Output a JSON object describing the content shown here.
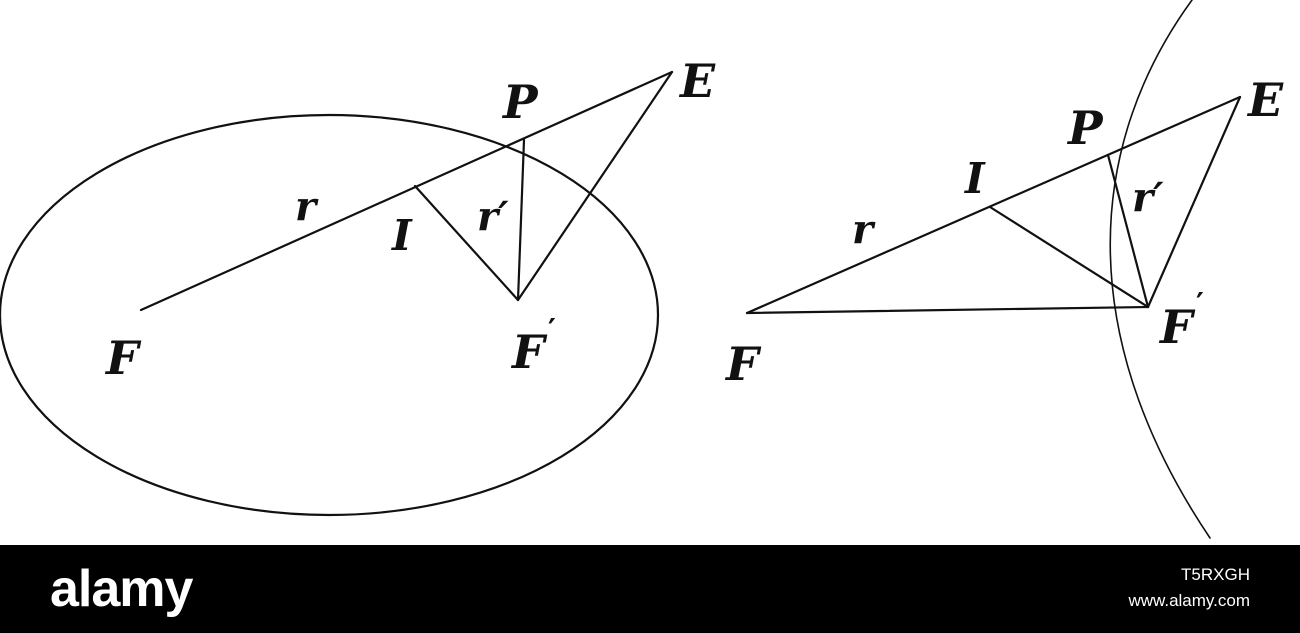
{
  "left_figure": {
    "labels": {
      "F": "F",
      "F_prime": "F",
      "prime_mark": "′",
      "P": "P",
      "E": "E",
      "I": "I",
      "r": "r",
      "r_prime": "r′"
    }
  },
  "right_figure": {
    "labels": {
      "F": "F",
      "F_prime": "F",
      "prime_mark": "′",
      "P": "P",
      "E": "E",
      "I": "I",
      "r": "r",
      "r_prime": "r′"
    }
  },
  "watermark": {
    "brand": "alamy",
    "stock_id": "T5RXGH",
    "site": "www.alamy.com"
  },
  "colors": {
    "ink": "#111111",
    "paper": "#ffffff",
    "banner": "#000000",
    "banner_text": "#ffffff"
  }
}
